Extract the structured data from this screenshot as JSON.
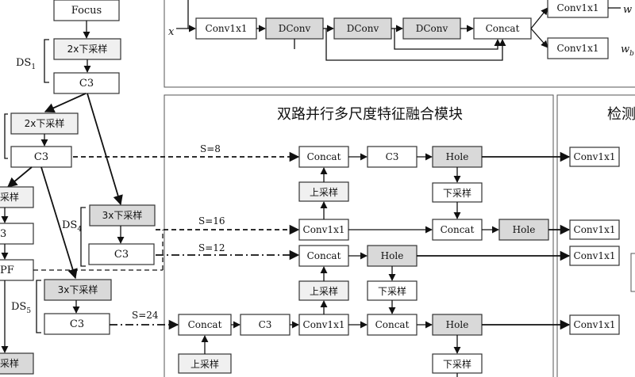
{
  "backbone": {
    "focus": "Focus",
    "ds1_label": "DS",
    "ds1_sub": "1",
    "down_2x_a": "2x下采样",
    "c3_a": "C3",
    "down_2x_b": "2x下采样",
    "c3_b": "C3",
    "down_partial": "采样",
    "c3_partial": "3",
    "spf_partial": "PF",
    "ds4_label": "DS",
    "ds4_sub": "4",
    "down_3x_a": "3x下采样",
    "c3_c": "C3",
    "ds5_label": "DS",
    "ds5_sub": "5",
    "down_3x_b": "3x下采样",
    "c3_d": "C3",
    "down_bottom_partial": "采样"
  },
  "top_module": {
    "input": "x",
    "conv_in": "Conv1x1",
    "dconv_1": "DConv",
    "dconv_2": "DConv",
    "dconv_3": "DConv",
    "concat": "Concat",
    "conv_out_a": "Conv1x1",
    "conv_out_b": "Conv1x1",
    "weight_a": "w",
    "weight_b": "w",
    "weight_b_sub": "b"
  },
  "fusion_module": {
    "title": "双路并行多尺度特征融合模块",
    "scale_8": "S=8",
    "scale_16": "S=16",
    "scale_12": "S=12",
    "scale_24": "S=24",
    "row1": {
      "concat": "Concat",
      "c3": "C3",
      "hole": "Hole"
    },
    "up_1": "上采样",
    "down_1": "下采样",
    "row2": {
      "conv": "Conv1x1",
      "concat": "Concat",
      "hole": "Hole"
    },
    "row3": {
      "concat": "Concat",
      "hole": "Hole"
    },
    "up_2": "上采样",
    "down_2": "下采样",
    "row4": {
      "concat": "Concat",
      "c3": "C3",
      "conv": "Conv1x1",
      "concat2": "Concat",
      "hole": "Hole"
    },
    "up_3": "上采样",
    "down_3": "下采样"
  },
  "detect_module": {
    "title_partial": "检测",
    "out_1": "Conv1x1",
    "out_2": "Conv1x1",
    "out_3": "Conv1x1",
    "out_4": "Conv1x1"
  }
}
